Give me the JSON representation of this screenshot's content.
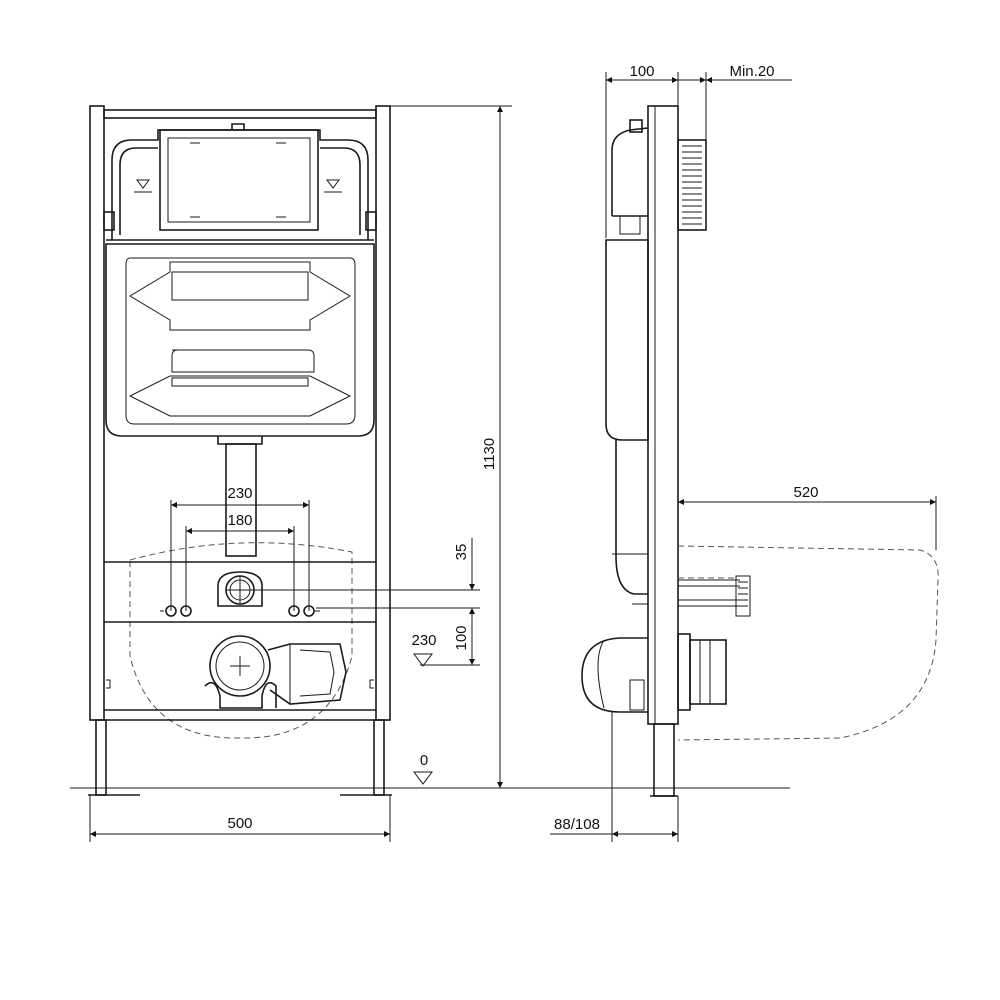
{
  "front_view": {
    "width_label": "500",
    "spacing_outer_label": "230",
    "spacing_inner_label": "180",
    "offset_35_label": "35",
    "offset_100_label": "100",
    "level_230_label": "230",
    "level_0_label": "0",
    "height_label": "1130"
  },
  "side_view": {
    "depth_label": "100",
    "min_label": "Min.20",
    "bowl_projection_label": "520",
    "foot_label": "88/108"
  }
}
